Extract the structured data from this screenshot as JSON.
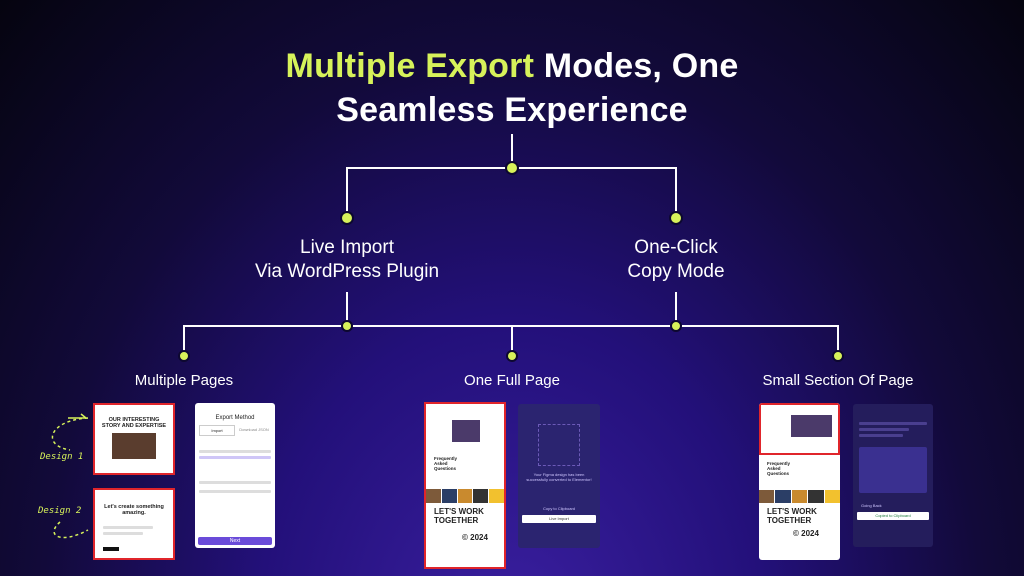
{
  "title": {
    "highlight": "Multiple Export",
    "rest_line1": " Modes, One",
    "line2": "Seamless Experience"
  },
  "branches": {
    "left": {
      "line1": "Live  Import",
      "line2": "Via WordPress Plugin"
    },
    "right": {
      "line1": "One-Click",
      "line2": "Copy Mode"
    }
  },
  "leaves": {
    "multiple_pages": "Multiple Pages",
    "one_full_page": "One Full Page",
    "small_section": "Small Section Of Page"
  },
  "designs": {
    "design1": "Design 1",
    "design2": "Design 2"
  },
  "mockups": {
    "story_heading": "OUR INTERESTING STORY AND EXPERTISE",
    "create_heading": "Let's create something amazing.",
    "export_method": "Export Method",
    "import_tab": "Import",
    "download_tab": "Download JSON",
    "next_button": "Next",
    "faq_heading": "Frequently Asked Questions",
    "work_together": "LET'S WORK TOGETHER",
    "copyright": "© 2024",
    "figma_message": "Your Figma design has been successfully converted to Elementor!",
    "copy_clipboard": "Copy to Clipboard",
    "live_import": "Live Import",
    "copied_clipboard": "Copied to Clipboard",
    "going_back": "Going Back"
  },
  "colors": {
    "accent": "#d7f25a",
    "frame": "#e0252b",
    "button": "#6a4bd9"
  }
}
